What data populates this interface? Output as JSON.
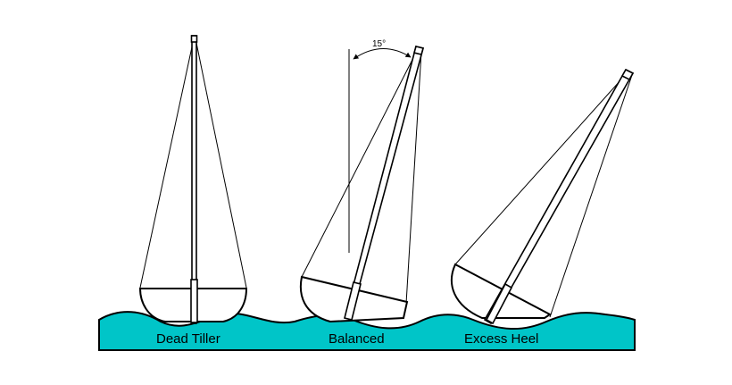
{
  "angle": {
    "label": "15°",
    "degrees": 15
  },
  "boats": [
    {
      "id": "dead-tiller",
      "label": "Dead Tiller",
      "heel_degrees": 0
    },
    {
      "id": "balanced",
      "label": "Balanced",
      "heel_degrees": 15
    },
    {
      "id": "excess-heel",
      "label": "Excess Heel",
      "heel_degrees": 30
    }
  ],
  "colors": {
    "water": "#00c5c8",
    "outline": "#000000",
    "hull": "#ffffff",
    "background": "#ffffff"
  }
}
